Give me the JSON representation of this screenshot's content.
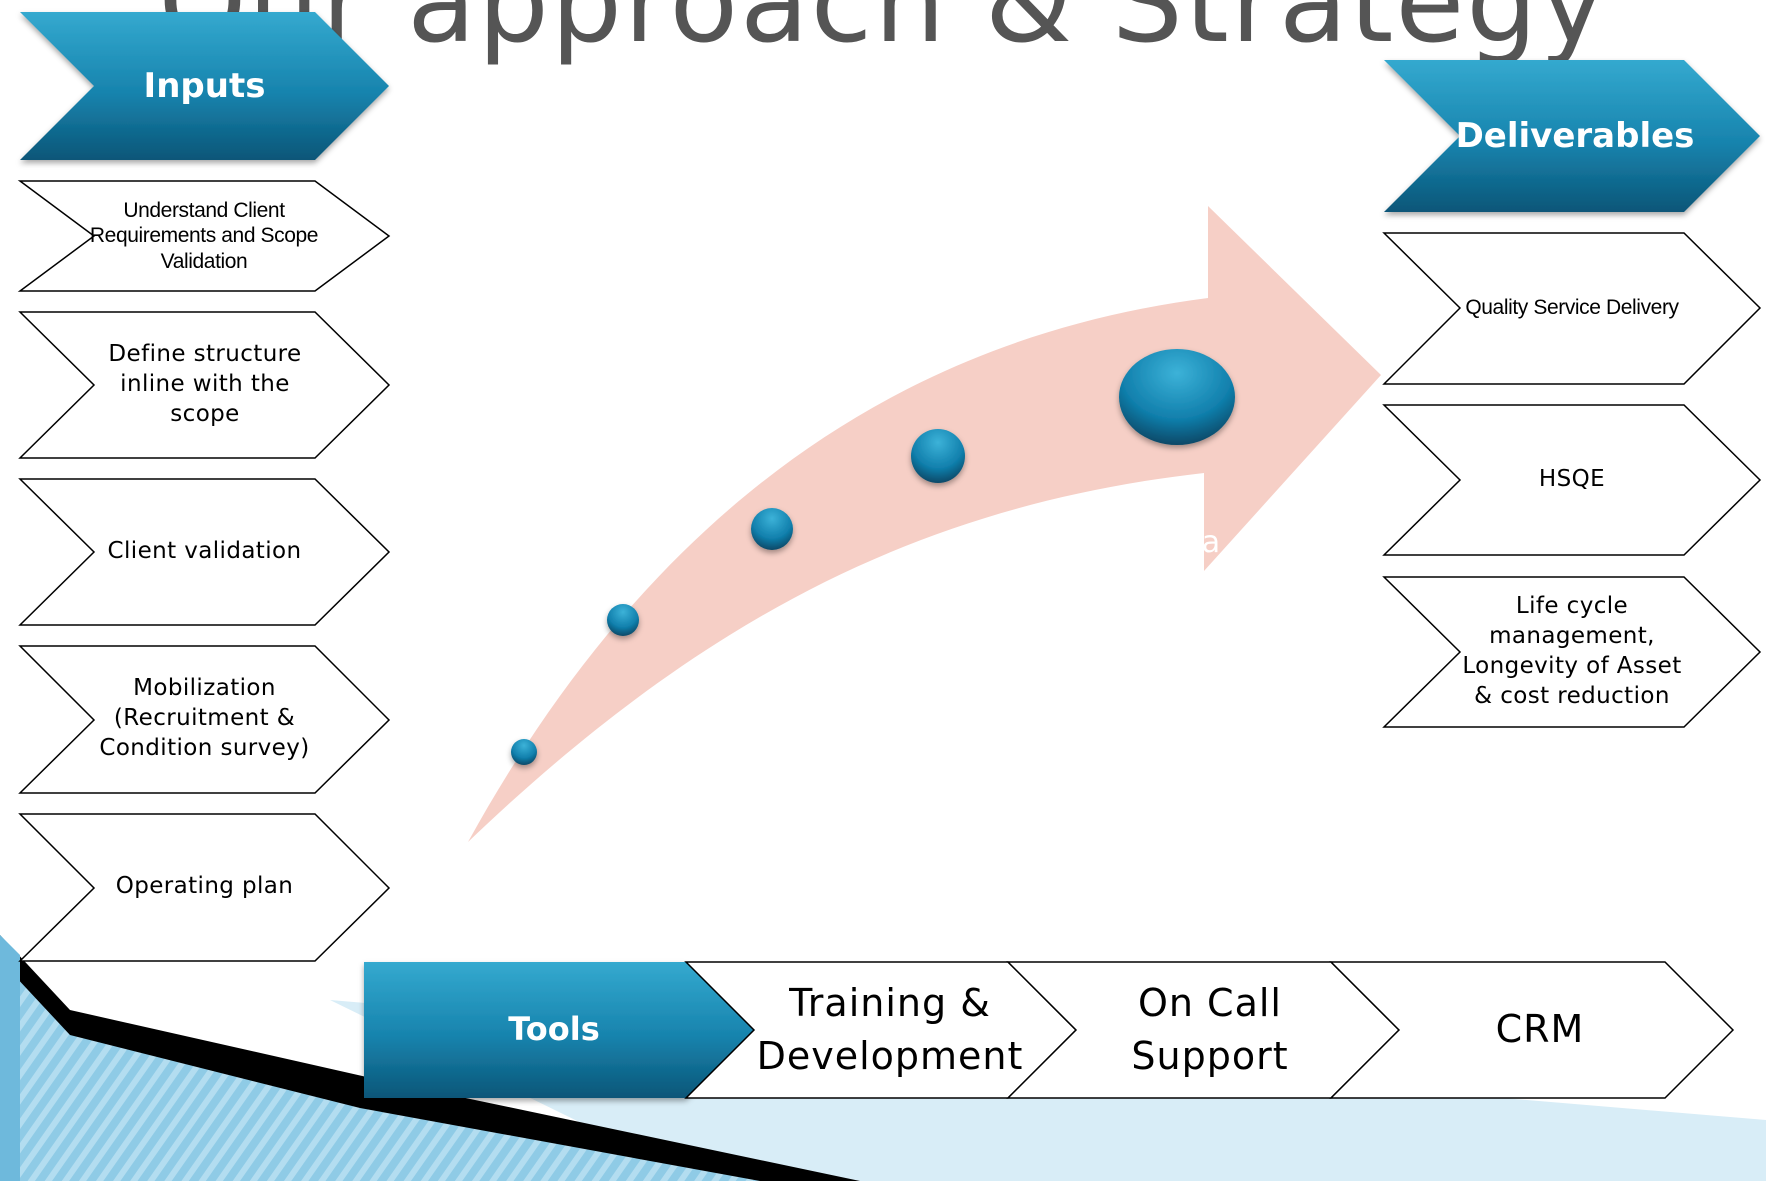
{
  "title": "Our approach & Strategy",
  "inputs": {
    "header": "Inputs",
    "items": [
      "Understand Client Requirements and Scope Validation",
      "Define structure inline with the scope",
      "Client validation",
      "Mobilization (Recruitment & Condition survey)",
      "Operating plan"
    ]
  },
  "deliverables": {
    "header": "Deliverables",
    "items": [
      "Quality Service Delivery",
      "HSQE",
      "Life cycle management, Longevity of Asset & cost reduction"
    ]
  },
  "tools": {
    "header": "Tools",
    "items": [
      "Training & Development",
      "On Call Support",
      "CRM"
    ]
  },
  "arrow_fragment": "ta",
  "colors": {
    "chevron_teal_top": "#2ea3c8",
    "chevron_teal_bottom": "#0d5f84",
    "arrow_fill": "#f6cfc6",
    "stripe_light": "#9fd2ea",
    "stripe_dark": "#000000",
    "outline": "#000000"
  },
  "icons": {
    "bullet": "teal-sphere-icon",
    "arrow": "curved-arrow-icon"
  }
}
